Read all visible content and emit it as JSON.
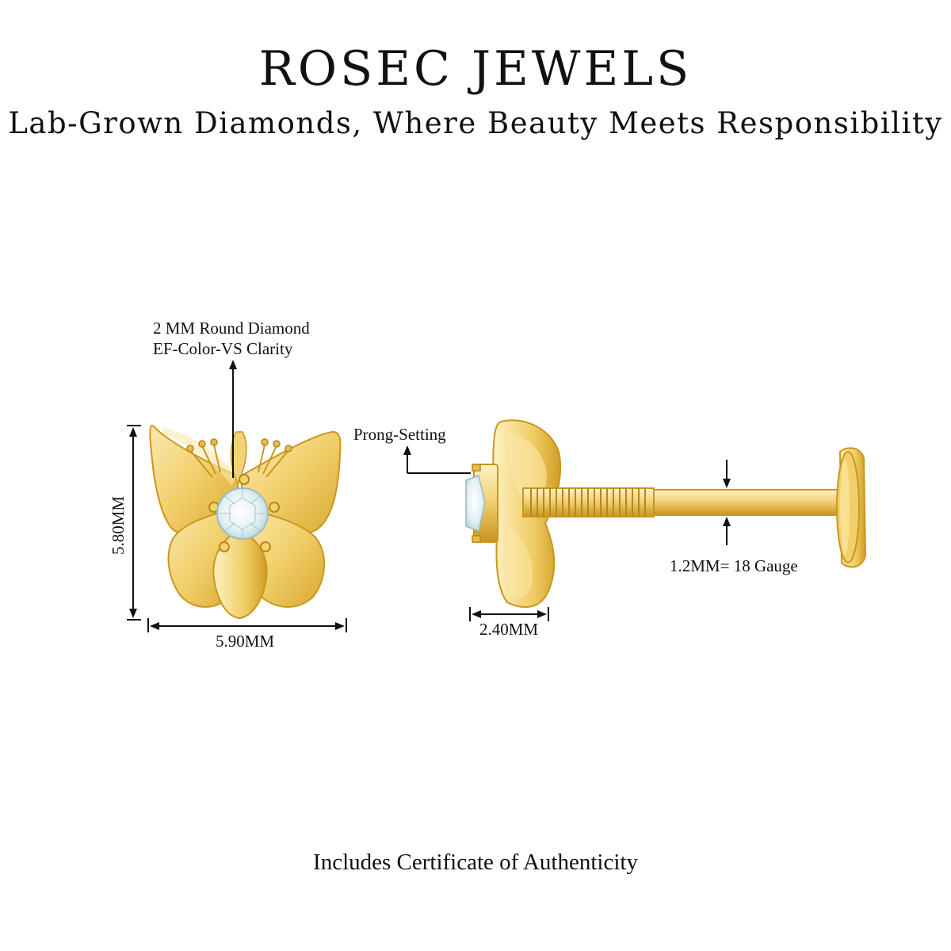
{
  "header": {
    "brand": "ROSEC JEWELS",
    "tagline": "Lab-Grown Diamonds, Where Beauty Meets Responsibility"
  },
  "front_view": {
    "stone_label_line1": "2 MM Round Diamond",
    "stone_label_line2": "EF-Color-VS Clarity",
    "height_label": "5.80MM",
    "width_label": "5.90MM"
  },
  "side_view": {
    "setting_label": "Prong-Setting",
    "depth_label": "2.40MM",
    "gauge_label": "1.2MM= 18 Gauge"
  },
  "footer": {
    "note": "Includes Certificate of Authenticity"
  },
  "colors": {
    "gold_light": "#f6dc8c",
    "gold_mid": "#e9bf45",
    "gold_dark": "#c9971e",
    "diamond": "#e8f4f6"
  }
}
